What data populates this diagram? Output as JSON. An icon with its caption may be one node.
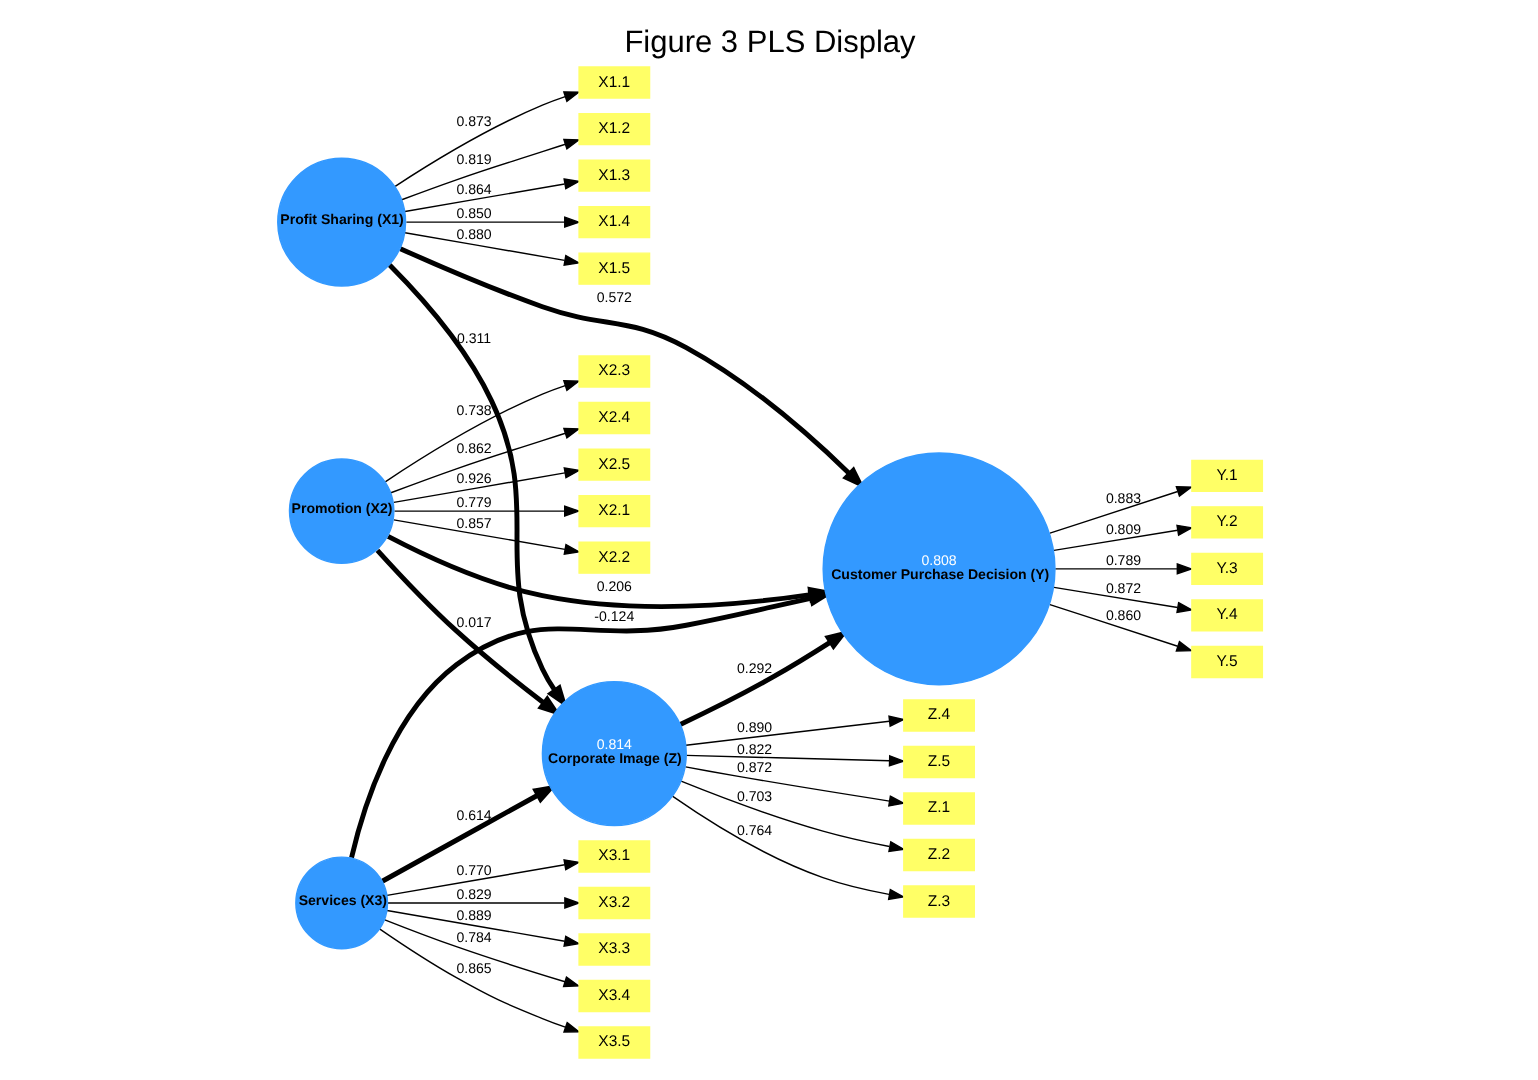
{
  "diagram": {
    "title": "Figure 3 PLS Display",
    "nodes": [
      {
        "text": [
          "Z.1"
        ]
      },
      {
        "text": [
          "Z.2"
        ]
      },
      {
        "text": [
          "Z.3"
        ]
      },
      {
        "text": [
          "Z.4"
        ]
      },
      {
        "text": [
          "Z.5"
        ]
      },
      {
        "text": [
          "0.814",
          "Corporate Image (Z)"
        ]
      },
      {
        "text": [
          "X1.1"
        ]
      },
      {
        "text": [
          "X1.2"
        ]
      },
      {
        "text": [
          "X1.3"
        ]
      },
      {
        "text": [
          "X1.4"
        ]
      },
      {
        "text": [
          "X1.5"
        ]
      },
      {
        "text": [
          "Profit Sharing (X1)"
        ]
      },
      {
        "text": [
          "Y.1"
        ]
      },
      {
        "text": [
          "Y.2"
        ]
      },
      {
        "text": [
          "Y.3"
        ]
      },
      {
        "text": [
          "Y.4"
        ]
      },
      {
        "text": [
          "Y.5"
        ]
      },
      {
        "text": [
          "0.808",
          "Customer Purchase Decision (Y)"
        ]
      },
      {
        "text": [
          "X2.1"
        ]
      },
      {
        "text": [
          "X2.2"
        ]
      },
      {
        "text": [
          "X2.3"
        ]
      },
      {
        "text": [
          "X2.4"
        ]
      },
      {
        "text": [
          "X2.5"
        ]
      },
      {
        "text": [
          "Promotion (X2)"
        ]
      },
      {
        "text": [
          "Services (X3)"
        ]
      },
      {
        "text": [
          "X3.1"
        ]
      },
      {
        "text": [
          "X3.2"
        ]
      },
      {
        "text": [
          "X3.3"
        ]
      },
      {
        "text": [
          "X3.4"
        ]
      },
      {
        "text": [
          "X3.5"
        ]
      }
    ],
    "edges": [
      {
        "from": 11,
        "to": 5,
        "arrow": "to",
        "label": "0.311",
        "style": "thick"
      },
      {
        "from": 11,
        "to": 17,
        "arrow": "to",
        "label": "0.572",
        "style": "thick"
      },
      {
        "from": 23,
        "to": 5,
        "arrow": "to",
        "label": "0.017",
        "style": "thick"
      },
      {
        "from": 23,
        "to": 17,
        "arrow": "to",
        "label": "0.206",
        "style": "thick"
      },
      {
        "from": 24,
        "to": 5,
        "arrow": "to",
        "label": "0.614",
        "style": "thick"
      },
      {
        "from": 24,
        "to": 17,
        "arrow": "to",
        "label": "-0.124",
        "style": "thick"
      },
      {
        "from": 5,
        "to": 17,
        "arrow": "to",
        "label": "0.292",
        "style": "thick"
      },
      {
        "from": 5,
        "to": 0,
        "arrow": "to",
        "label": "0.872"
      },
      {
        "from": 5,
        "to": 1,
        "arrow": "to",
        "label": "0.703"
      },
      {
        "from": 5,
        "to": 2,
        "arrow": "to",
        "label": "0.764"
      },
      {
        "from": 5,
        "to": 3,
        "arrow": "to",
        "label": "0.890"
      },
      {
        "from": 5,
        "to": 4,
        "arrow": "to",
        "label": "0.822"
      },
      {
        "from": 11,
        "to": 6,
        "arrow": "to",
        "label": "0.873"
      },
      {
        "from": 11,
        "to": 7,
        "arrow": "to",
        "label": "0.819"
      },
      {
        "from": 11,
        "to": 8,
        "arrow": "to",
        "label": "0.864"
      },
      {
        "from": 11,
        "to": 9,
        "arrow": "to",
        "label": "0.850"
      },
      {
        "from": 11,
        "to": 10,
        "arrow": "to",
        "label": "0.880"
      },
      {
        "from": 17,
        "to": 12,
        "arrow": "to",
        "label": "0.883"
      },
      {
        "from": 17,
        "to": 13,
        "arrow": "to",
        "label": "0.809"
      },
      {
        "from": 17,
        "to": 14,
        "arrow": "to",
        "label": "0.789"
      },
      {
        "from": 17,
        "to": 15,
        "arrow": "to",
        "label": "0.872"
      },
      {
        "from": 17,
        "to": 16,
        "arrow": "to",
        "label": "0.860"
      },
      {
        "from": 23,
        "to": 18,
        "arrow": "to",
        "label": "0.779"
      },
      {
        "from": 23,
        "to": 19,
        "arrow": "to",
        "label": "0.857"
      },
      {
        "from": 23,
        "to": 20,
        "arrow": "to",
        "label": "0.738"
      },
      {
        "from": 23,
        "to": 21,
        "arrow": "to",
        "label": "0.862"
      },
      {
        "from": 23,
        "to": 22,
        "arrow": "to",
        "label": "0.926"
      },
      {
        "from": 24,
        "to": 25,
        "arrow": "to",
        "label": "0.770"
      },
      {
        "from": 24,
        "to": 26,
        "arrow": "to",
        "label": "0.829"
      },
      {
        "from": 24,
        "to": 27,
        "arrow": "to",
        "label": "0.889"
      },
      {
        "from": 24,
        "to": 28,
        "arrow": "to",
        "label": "0.784"
      },
      {
        "from": 24,
        "to": 29,
        "arrow": "to",
        "label": "0.865"
      }
    ]
  }
}
